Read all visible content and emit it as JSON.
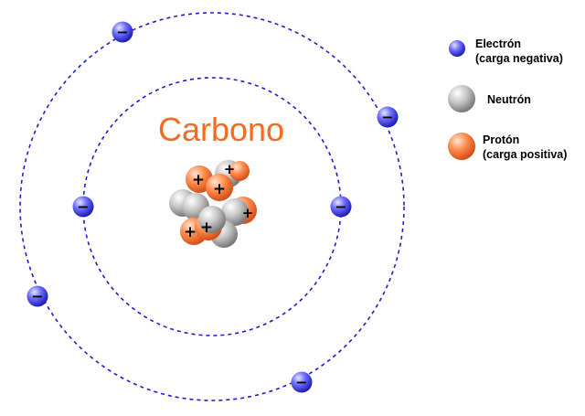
{
  "title": "Carbono",
  "colors": {
    "electron": "#4b4bff",
    "neutron": "#b8b8b8",
    "proton": "#ff7f3a",
    "title": "#f46b1f",
    "orbit": "#1e1ec8"
  },
  "legend": {
    "electron": {
      "line1": "Electrón",
      "line2": "(carga negativa)"
    },
    "neutron": {
      "line1": "Neutrón"
    },
    "proton": {
      "line1": "Protón",
      "line2": "(carga positiva)"
    }
  },
  "electron_sign": "−",
  "proton_sign": "+",
  "counts": {
    "electrons": 6,
    "protons": 6,
    "neutrons": 6
  }
}
